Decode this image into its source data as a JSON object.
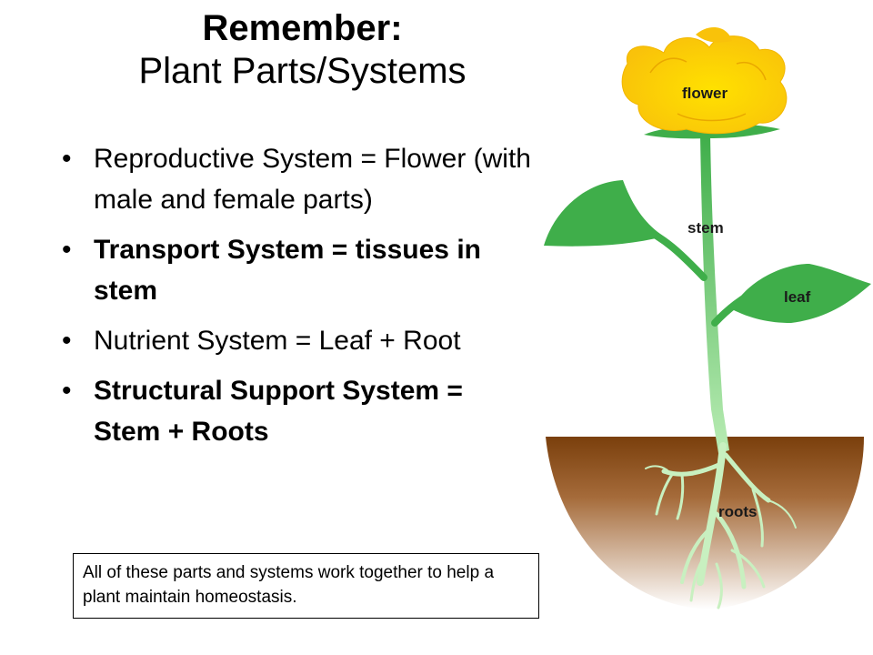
{
  "title": {
    "line1": "Remember:",
    "line2": "Plant Parts/Systems"
  },
  "bullets": [
    {
      "text": "Reproductive System = Flower (with male and female parts)",
      "bold": false
    },
    {
      "text": "Transport System = tissues in stem",
      "bold": true
    },
    {
      "text": "Nutrient System = Leaf + Root",
      "bold": false
    },
    {
      "text": "Structural Support System = Stem + Roots",
      "bold": true
    }
  ],
  "note": "All of these parts and systems work together to help a plant maintain homeostasis.",
  "diagram": {
    "labels": {
      "flower": "flower",
      "stem": "stem",
      "leaf": "leaf",
      "roots": "roots"
    },
    "colors": {
      "petal": "#f9c20a",
      "petal_center": "#ffe100",
      "leaf": "#3fae4a",
      "stem_top": "#3fae4a",
      "stem_bottom": "#b9ecb4",
      "roots": "#c8f0c0",
      "soil_top": "#7a3f0c",
      "soil_bottom": "#ffffff"
    }
  }
}
